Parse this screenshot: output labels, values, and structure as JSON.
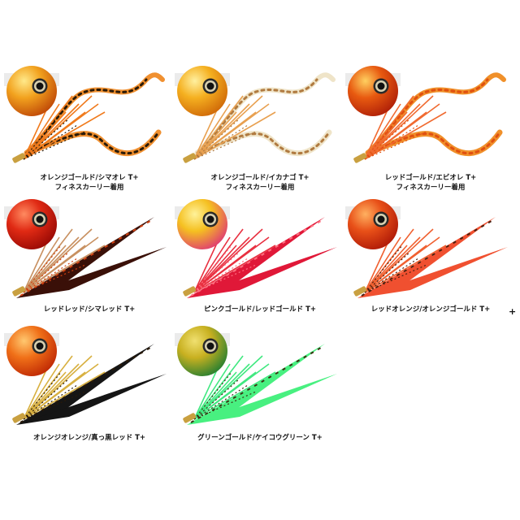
{
  "products": [
    {
      "name": "オレンジゴールド/シマオレ T+",
      "note": "フィネスカーリー着用",
      "head": "#f2a21e",
      "headDark": "#c04a08",
      "headLight": "#ffe98a",
      "skirt": "#f07a1c",
      "tail": "#f09030",
      "pattern": "#2a1a08",
      "tailType": "curly"
    },
    {
      "name": "オレンジゴールド/イカナゴ T+",
      "note": "フィネスカーリー着用",
      "head": "#f5b020",
      "headDark": "#d06a08",
      "headLight": "#fff0a0",
      "skirt": "#e8a050",
      "tail": "#efe4c8",
      "pattern": "#b07a40",
      "tailType": "curly"
    },
    {
      "name": "レッドゴールド/エビオレ T+",
      "note": "フィネスカーリー着用",
      "head": "#e85a10",
      "headDark": "#b02008",
      "headLight": "#ffd060",
      "skirt": "#f06a30",
      "tail": "#f0902a",
      "pattern": "#e05010",
      "tailType": "curly"
    },
    {
      "name": "レッドレッド/シマレッド T+",
      "note": "",
      "head": "#e02a14",
      "headDark": "#9a0a05",
      "headLight": "#ff8a60",
      "skirt": "#c89060",
      "tail": "#3a1008",
      "pattern": "#d04010",
      "tailType": "straight"
    },
    {
      "name": "ピンクゴールド/レッドゴールド T+",
      "note": "",
      "head": "#f5c020",
      "headDark": "#e04070",
      "headLight": "#fff29a",
      "skirt": "#e83040",
      "tail": "#e01838",
      "pattern": "#ff7080",
      "tailType": "straight"
    },
    {
      "name": "レッドオレンジ/オレンジゴールド T+",
      "note": "",
      "head": "#e85018",
      "headDark": "#b01a08",
      "headLight": "#ffb060",
      "skirt": "#f06030",
      "tail": "#f05030",
      "pattern": "#4a2010",
      "tailType": "straight"
    },
    {
      "name": "オレンジオレンジ/真っ黒レッド T+",
      "note": "",
      "head": "#f07018",
      "headDark": "#c02a05",
      "headLight": "#ffc870",
      "skirt": "#d8b040",
      "tail": "#151515",
      "pattern": "#2a1a08",
      "tailType": "straight"
    },
    {
      "name": "グリーンゴールド/ケイコウグリーン T+",
      "note": "",
      "head": "#c8b020",
      "headDark": "#2a8030",
      "headLight": "#f0e070",
      "skirt": "#40e880",
      "tail": "#48f080",
      "pattern": "#3a3010",
      "tailType": "straight"
    }
  ],
  "extra_mark": "+"
}
